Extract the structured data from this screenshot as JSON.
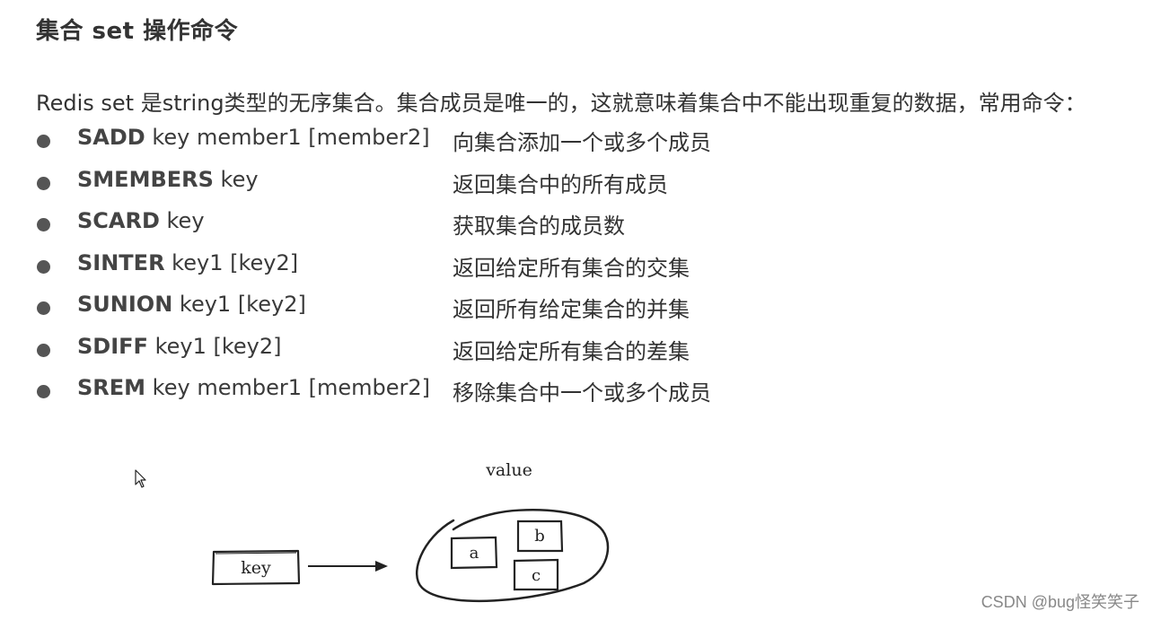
{
  "title": "集合 set 操作命令",
  "intro": "Redis set 是string类型的无序集合。集合成员是唯一的，这就意味着集合中不能出现重复的数据，常用命令：",
  "commands": [
    {
      "name": "SADD",
      "args": " key member1 [member2]",
      "desc": "向集合添加一个或多个成员"
    },
    {
      "name": "SMEMBERS",
      "args": " key",
      "desc": "返回集合中的所有成员"
    },
    {
      "name": "SCARD",
      "args": " key",
      "desc": "获取集合的成员数"
    },
    {
      "name": "SINTER",
      "args": " key1 [key2]",
      "desc": "返回给定所有集合的交集"
    },
    {
      "name": "SUNION",
      "args": " key1 [key2]",
      "desc": "返回所有给定集合的并集"
    },
    {
      "name": "SDIFF",
      "args": " key1 [key2]",
      "desc": "返回给定所有集合的差集"
    },
    {
      "name": "SREM",
      "args": " key member1 [member2]",
      "desc": "移除集合中一个或多个成员"
    }
  ],
  "diagram": {
    "value_label": "value",
    "key_label": "key",
    "members": [
      "a",
      "b",
      "c"
    ]
  },
  "watermark": "CSDN @bug怪笑笑子"
}
